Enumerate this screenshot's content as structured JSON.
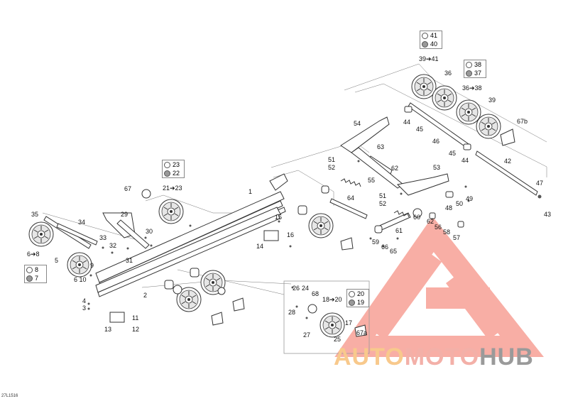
{
  "diagram": {
    "drawing_number": "27L1516",
    "watermark": {
      "part1": "AUTO",
      "part2": "MOTO",
      "part3": "HUB"
    },
    "callouts": [
      {
        "id": "c1",
        "text": "1"
      },
      {
        "id": "c2",
        "text": "2"
      },
      {
        "id": "c3",
        "text": "3"
      },
      {
        "id": "c4",
        "text": "4"
      },
      {
        "id": "c5",
        "text": "5"
      },
      {
        "id": "c6_10",
        "text": "6 10"
      },
      {
        "id": "c6_8",
        "text": "6➔8"
      },
      {
        "id": "c7",
        "text": "7"
      },
      {
        "id": "c8",
        "text": "8"
      },
      {
        "id": "c9",
        "text": "9"
      },
      {
        "id": "c11",
        "text": "11"
      },
      {
        "id": "c12",
        "text": "12"
      },
      {
        "id": "c13",
        "text": "13"
      },
      {
        "id": "c14",
        "text": "14"
      },
      {
        "id": "c15",
        "text": "15"
      },
      {
        "id": "c16",
        "text": "16"
      },
      {
        "id": "c17",
        "text": "17"
      },
      {
        "id": "c18_20",
        "text": "18➔20"
      },
      {
        "id": "c19",
        "text": "19"
      },
      {
        "id": "c20",
        "text": "20"
      },
      {
        "id": "c21_23",
        "text": "21➔23"
      },
      {
        "id": "c22",
        "text": "22"
      },
      {
        "id": "c23",
        "text": "23"
      },
      {
        "id": "c24",
        "text": "24"
      },
      {
        "id": "c25",
        "text": "25"
      },
      {
        "id": "c26",
        "text": "26"
      },
      {
        "id": "c27",
        "text": "27"
      },
      {
        "id": "c28",
        "text": "28"
      },
      {
        "id": "c29",
        "text": "29"
      },
      {
        "id": "c30",
        "text": "30"
      },
      {
        "id": "c31",
        "text": "31"
      },
      {
        "id": "c32",
        "text": "32"
      },
      {
        "id": "c33",
        "text": "33"
      },
      {
        "id": "c34",
        "text": "34"
      },
      {
        "id": "c35",
        "text": "35"
      },
      {
        "id": "c36",
        "text": "36"
      },
      {
        "id": "c36_38",
        "text": "36➔38"
      },
      {
        "id": "c37",
        "text": "37"
      },
      {
        "id": "c38",
        "text": "38"
      },
      {
        "id": "c39",
        "text": "39"
      },
      {
        "id": "c39_41",
        "text": "39➔41"
      },
      {
        "id": "c40",
        "text": "40"
      },
      {
        "id": "c41",
        "text": "41"
      },
      {
        "id": "c42",
        "text": "42"
      },
      {
        "id": "c43",
        "text": "43"
      },
      {
        "id": "c44a",
        "text": "44"
      },
      {
        "id": "c44b",
        "text": "44"
      },
      {
        "id": "c45a",
        "text": "45"
      },
      {
        "id": "c45b",
        "text": "45"
      },
      {
        "id": "c46",
        "text": "46"
      },
      {
        "id": "c47",
        "text": "47"
      },
      {
        "id": "c48",
        "text": "48"
      },
      {
        "id": "c49",
        "text": "49"
      },
      {
        "id": "c50",
        "text": "50"
      },
      {
        "id": "c51a",
        "text": "51"
      },
      {
        "id": "c51b",
        "text": "51"
      },
      {
        "id": "c52a",
        "text": "52"
      },
      {
        "id": "c52b",
        "text": "52"
      },
      {
        "id": "c53",
        "text": "53"
      },
      {
        "id": "c54",
        "text": "54"
      },
      {
        "id": "c55",
        "text": "55"
      },
      {
        "id": "c56",
        "text": "56"
      },
      {
        "id": "c57",
        "text": "57"
      },
      {
        "id": "c58",
        "text": "58"
      },
      {
        "id": "c59",
        "text": "59"
      },
      {
        "id": "c60",
        "text": "60"
      },
      {
        "id": "c61",
        "text": "61"
      },
      {
        "id": "c62a",
        "text": "62"
      },
      {
        "id": "c62b",
        "text": "62"
      },
      {
        "id": "c63",
        "text": "63"
      },
      {
        "id": "c64",
        "text": "64"
      },
      {
        "id": "c65",
        "text": "65"
      },
      {
        "id": "c66",
        "text": "66"
      },
      {
        "id": "c67",
        "text": "67"
      },
      {
        "id": "c67a",
        "text": "67a"
      },
      {
        "id": "c67b",
        "text": "67b"
      },
      {
        "id": "c68",
        "text": "68"
      }
    ],
    "legends": [
      {
        "id": "lg41",
        "top": "41",
        "bottom": "40"
      },
      {
        "id": "lg38",
        "top": "38",
        "bottom": "37"
      },
      {
        "id": "lg23",
        "top": "23",
        "bottom": "22"
      },
      {
        "id": "lg8",
        "top": "8",
        "bottom": "7"
      },
      {
        "id": "lg20",
        "top": "20",
        "bottom": "19"
      }
    ]
  }
}
